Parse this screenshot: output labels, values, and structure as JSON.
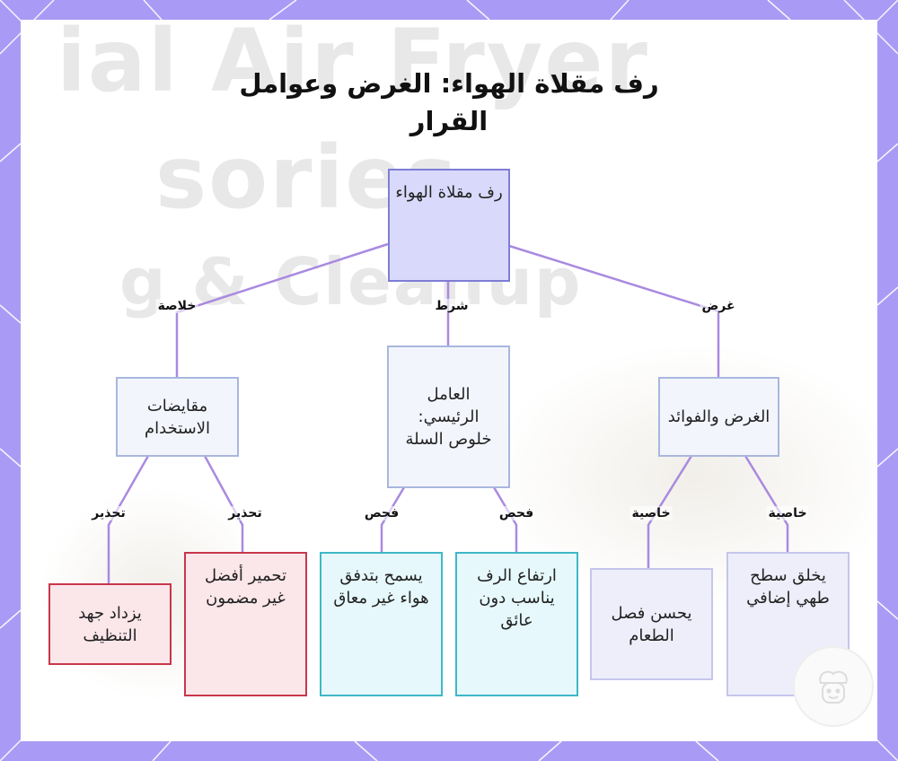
{
  "title": "رف مقلاة الهواء: الغرض وعوامل القرار",
  "background": {
    "ghost_lines": [
      "ial Air Fryer",
      "sories",
      "g & Cleanup"
    ]
  },
  "colors": {
    "frame": "#a99bf5",
    "root_fill": "#d9d9fb",
    "root_border": "#7d7dd6",
    "mid_fill": "#f3f5fd",
    "mid_border": "#a9b7de",
    "warning_fill": "#fbe6ea",
    "warning_border": "#c8364a",
    "check_fill": "#e6f8fb",
    "check_border": "#3eb8c8",
    "property_fill": "#eeeefb",
    "property_border": "#c5c5ec",
    "edge": "#a98ae0"
  },
  "nodes": {
    "root": "رف مقلاة الهواء",
    "purpose": "الغرض والفوائد",
    "key_factor": "العامل الرئيسي: خلوص السلة",
    "tradeoffs": "مقايضات الاستخدام",
    "surface": "يخلق سطح طهي إضافي",
    "separation": "يحسن فصل الطعام",
    "height": "ارتفاع الرف يناسب دون عائق",
    "airflow": "يسمح بتدفق هواء غير معاق",
    "browning": "تحمير أفضل غير مضمون",
    "cleaning": "يزداد جهد التنظيف"
  },
  "edges": {
    "root_purpose": "غرض",
    "root_key": "شرط",
    "root_tradeoffs": "خلاصة",
    "purpose_surface": "خاصية",
    "purpose_separation": "خاصية",
    "key_height": "فحص",
    "key_airflow": "فحص",
    "trade_browning": "تحذير",
    "trade_cleaning": "تحذير"
  },
  "logo": {
    "icon": "chef-face-icon"
  }
}
